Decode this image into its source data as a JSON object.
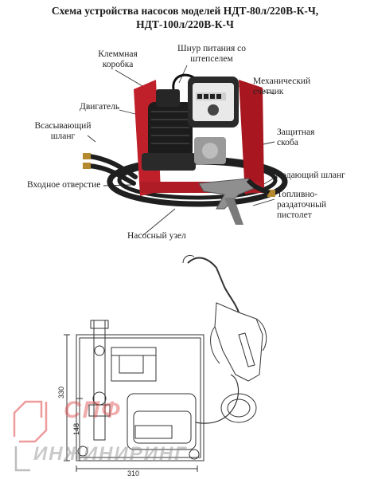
{
  "title": {
    "line1": "Схема устройства насосов моделей НДТ-80л/220В-К-Ч,",
    "line2": "НДТ-100л/220В-К-Ч"
  },
  "labels": {
    "terminal_box": "Клеммная\nкоробка",
    "power_cord": "Шнур питания со\nштепселем",
    "mech_counter": "Механический\nсчетчик",
    "motor": "Двигатель",
    "suction_hose": "Всасывающий\nшланг",
    "guard": "Защитная\nскоба",
    "inlet": "Входное отверстие",
    "delivery_hose": "Подающий шланг",
    "nozzle": "Топливно-\nраздаточный\nпистолет",
    "pump_unit": "Насосный узел"
  },
  "dimensions": {
    "height_total": "330",
    "height_part": "148",
    "width": "310"
  },
  "watermark": {
    "brand_top": "СПФ",
    "brand_bottom": "ИНЖИНИРИНГ"
  },
  "colors": {
    "frame_red": "#c0202a",
    "line": "#333333",
    "watermark_red": "#e04a4a",
    "watermark_grey": "#8a8a8a"
  }
}
